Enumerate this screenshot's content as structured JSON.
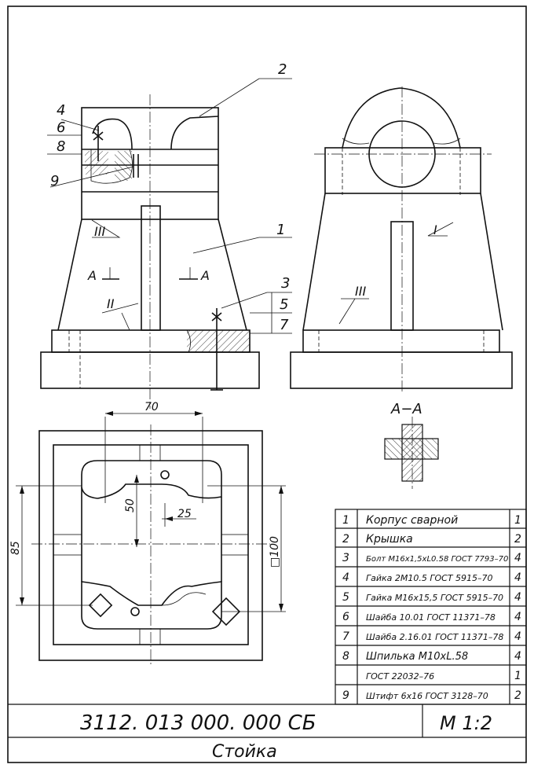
{
  "drawing": {
    "labels": {
      "l1": "1",
      "l2": "2",
      "l3": "3",
      "l4": "4",
      "l5": "5",
      "l6": "6",
      "l7": "7",
      "l8": "8",
      "l9": "9",
      "roman1": "I",
      "roman2": "II",
      "roman3a": "III",
      "roman3b": "III",
      "sectionA1": "A",
      "sectionA2": "A"
    },
    "dims": {
      "d70": "70",
      "d50": "50",
      "d25": "25",
      "d85": "85",
      "d100": "□100"
    },
    "section_title": "A−A"
  },
  "parts": [
    {
      "pos": "1",
      "name": "Корпус сварной",
      "qty": "1"
    },
    {
      "pos": "2",
      "name": "Крышка",
      "qty": "2"
    },
    {
      "pos": "3",
      "name": "Болт М16х1,5хL0.58 ГОСТ 7793–70",
      "qty": "4"
    },
    {
      "pos": "4",
      "name": "Гайка 2М10.5 ГОСТ 5915–70",
      "qty": "4"
    },
    {
      "pos": "5",
      "name": "Гайка М16х15,5 ГОСТ 5915–70",
      "qty": "4"
    },
    {
      "pos": "6",
      "name": "Шайба 10.01 ГОСТ 11371–78",
      "qty": "4"
    },
    {
      "pos": "7",
      "name": "Шайба 2.16.01 ГОСТ 11371–78",
      "qty": "4"
    },
    {
      "pos": "8",
      "name": "Шпилька М10хL.58",
      "qty": "4"
    },
    {
      "pos": "",
      "name": "ГОСТ 22032–76",
      "qty": "1"
    },
    {
      "pos": "9",
      "name": "Штифт 6х16 ГОСТ 3128–70",
      "qty": "2"
    }
  ],
  "title_block": {
    "designation": "3112. 013 000. 000 СБ",
    "scale": "М 1:2",
    "name": "Стойка"
  }
}
